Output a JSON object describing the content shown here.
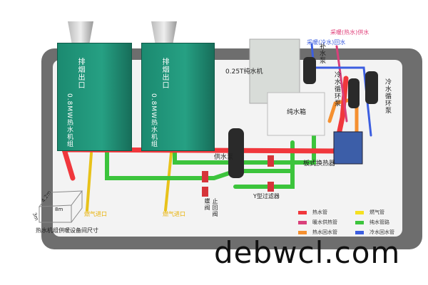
{
  "boilers": [
    {
      "name": "0.8MW热水机组",
      "chimney": "排烟出口"
    },
    {
      "name": "0.8MW热水机组",
      "chimney": "排烟出口"
    }
  ],
  "gas_inlets": [
    "燃气进口",
    "燃气进口"
  ],
  "labels": {
    "ro_machine": "0.25T纯水机",
    "pure_tank": "纯水箱",
    "supply_pump": "供水泵",
    "butterfly_valve": "蝶阀",
    "check_valve": "止回阀",
    "y_filter": "Y型过滤器",
    "plate_exchanger": "板式换热器",
    "makeup_pump": "补水泵",
    "cold_pump_1": "冷水循环泵",
    "cold_pump_2": "冷水循环泵",
    "heating_supply": "采暖(热水)供水",
    "heating_return": "采暖(冷水)回水"
  },
  "room": {
    "caption": "热水机组供暖设备间尺寸",
    "length": "8m",
    "width": "4.2m",
    "height": "3m"
  },
  "legend": [
    {
      "label": "热水管",
      "color": "#f0373c"
    },
    {
      "label": "燃气管",
      "color": "#f5e020"
    },
    {
      "label": "暖水供热管",
      "color": "#d9407a"
    },
    {
      "label": "纯水管路",
      "color": "#3cc43c"
    },
    {
      "label": "热水回水管",
      "color": "#f59030"
    },
    {
      "label": "冷水回水管",
      "color": "#3c5ee0"
    }
  ],
  "watermark": "debwcl.com"
}
